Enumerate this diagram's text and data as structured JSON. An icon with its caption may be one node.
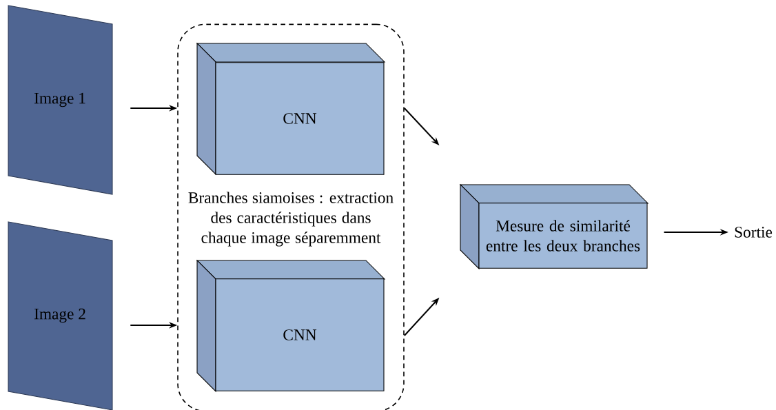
{
  "diagram": {
    "nodes": [
      {
        "text": [
          "Image 1"
        ]
      },
      {
        "text": [
          "Image 2"
        ]
      },
      {
        "text": [
          "Branches siamoises : extraction des caractéristiques dans chaque image séparemment"
        ]
      },
      {
        "text": [
          "CNN"
        ],
        "in": 2
      },
      {
        "text": [
          "CNN"
        ],
        "in": 2
      },
      {
        "text": [
          "Mesure de similarité entre les deux branches"
        ]
      },
      {
        "text": [
          "Sortie"
        ]
      }
    ],
    "edges": [
      {
        "from": 0,
        "to": 2,
        "arrow": "to"
      },
      {
        "from": 1,
        "to": 2,
        "arrow": "to"
      },
      {
        "from": 2,
        "to": 5,
        "arrow": "to"
      },
      {
        "from": 2,
        "to": 5,
        "arrow": "to"
      },
      {
        "from": 5,
        "to": 6,
        "arrow": "to"
      }
    ]
  }
}
